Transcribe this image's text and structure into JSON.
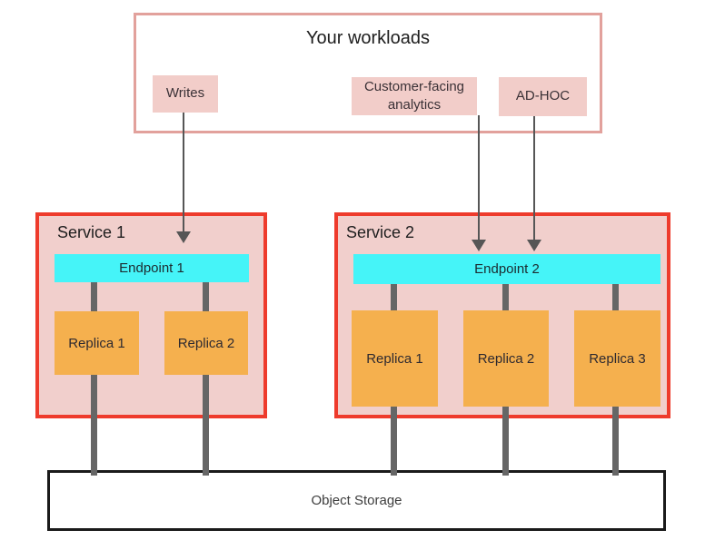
{
  "colors": {
    "workloads-border": "#e2a19c",
    "pink-box": "#f2cdc9",
    "service-border": "#ee3b2c",
    "service-fill": "#f1cfcc",
    "endpoint-fill": "#45f4f8",
    "replica-fill": "#f5b04e",
    "connector": "#666666",
    "arrow": "#565656",
    "storage-border": "#1a1a1a",
    "text-dark": "#212121"
  },
  "workloads": {
    "title": "Your workloads",
    "items": [
      {
        "label": "Writes"
      },
      {
        "label": "Customer-facing analytics"
      },
      {
        "label": "AD-HOC"
      }
    ]
  },
  "services": [
    {
      "title": "Service 1",
      "endpoint": "Endpoint 1",
      "replicas": [
        "Replica 1",
        "Replica 2"
      ]
    },
    {
      "title": "Service 2",
      "endpoint": "Endpoint 2",
      "replicas": [
        "Replica 1",
        "Replica 2",
        "Replica 3"
      ]
    }
  ],
  "storage": {
    "label": "Object Storage"
  }
}
